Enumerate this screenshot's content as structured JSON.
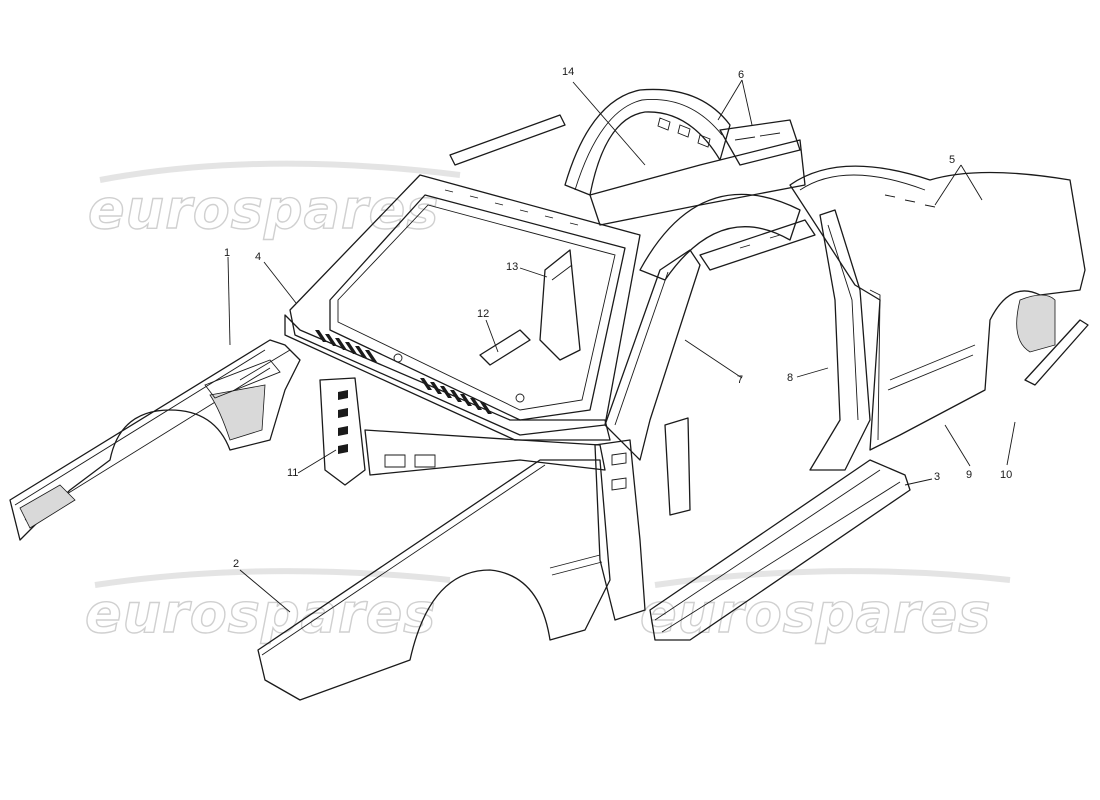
{
  "diagram": {
    "watermarks": [
      "eurospares",
      "eurospares",
      "eurospares"
    ],
    "callouts": [
      "1",
      "2",
      "3",
      "4",
      "5",
      "6",
      "7",
      "8",
      "9",
      "10",
      "11",
      "12",
      "13",
      "14"
    ]
  }
}
